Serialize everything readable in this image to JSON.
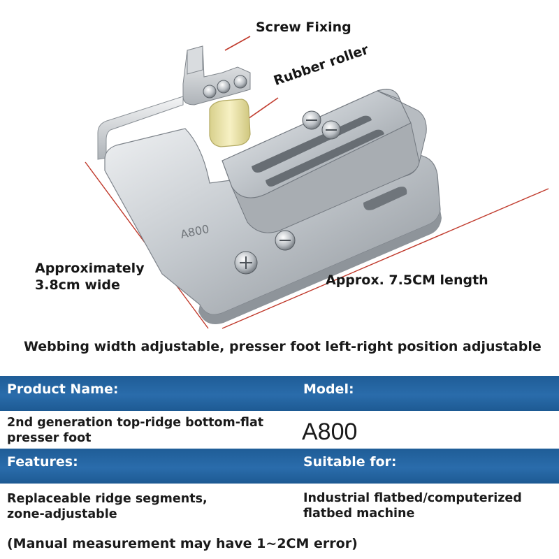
{
  "product_image": {
    "callouts": {
      "screw_fixing": "Screw Fixing",
      "rubber_roller": "Rubber roller",
      "width_line1": "Approximately",
      "width_line2": "3.8cm wide",
      "length": "Approx. 7.5CM length"
    },
    "engraved_model": "A800",
    "caption": "Webbing width adjustable, presser foot left-right position adjustable",
    "colors": {
      "metal": "#c9cdd1",
      "roller": "#f3ecb4",
      "callout_line": "#c0392b"
    }
  },
  "spec_table": {
    "band_color": "#2a6cab",
    "product_name_label": "Product Name:",
    "model_label": "Model:",
    "product_name_line1": "2nd generation top-ridge bottom-flat",
    "product_name_line2": "presser foot",
    "model_value": "A800",
    "features_label": "Features:",
    "suitable_label": "Suitable for:",
    "features_line1": "Replaceable ridge segments,",
    "features_line2": "zone-adjustable",
    "suitable_line1": "Industrial flatbed/computerized",
    "suitable_line2": "flatbed machine"
  },
  "footnote": "(Manual measurement may have 1~2CM error)"
}
